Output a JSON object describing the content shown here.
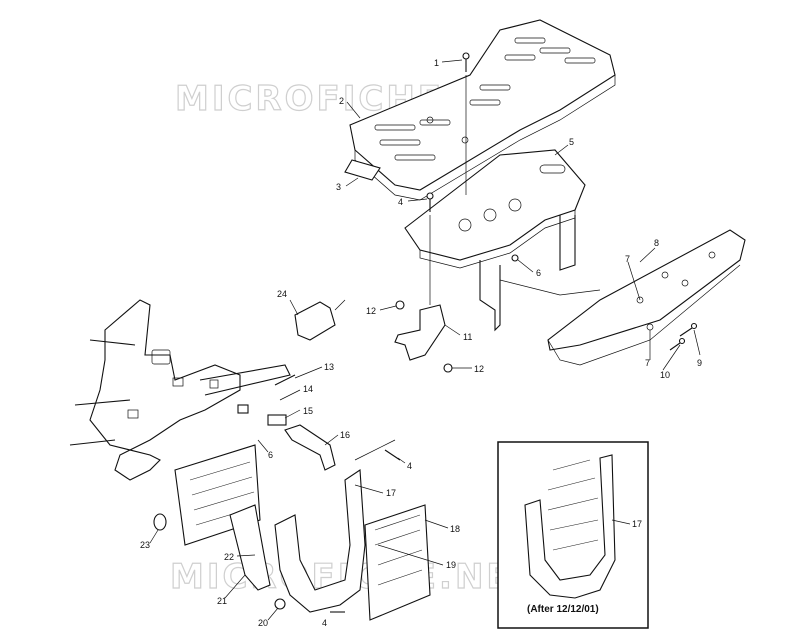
{
  "watermark": "MICROFICHE.NET",
  "part_numbers": [
    "1",
    "2",
    "3",
    "4",
    "5",
    "6",
    "7",
    "8",
    "9",
    "10",
    "11",
    "12",
    "13",
    "14",
    "15",
    "16",
    "17",
    "18",
    "19",
    "20",
    "21",
    "22",
    "23",
    "24"
  ],
  "labels": {
    "p1": "1",
    "p2": "2",
    "p3": "3",
    "p4a": "4",
    "p4b": "4",
    "p4c": "4",
    "p5": "5",
    "p6a": "6",
    "p6b": "6",
    "p7a": "7",
    "p7b": "7",
    "p8": "8",
    "p9": "9",
    "p10": "10",
    "p11": "11",
    "p12a": "12",
    "p12b": "12",
    "p13": "13",
    "p14": "14",
    "p15": "15",
    "p16": "16",
    "p17a": "17",
    "p17b": "17",
    "p18": "18",
    "p19": "19",
    "p20": "20",
    "p21": "21",
    "p22": "22",
    "p23": "23",
    "p24": "24"
  },
  "inset": {
    "caption": "(After 12/12/01)"
  }
}
